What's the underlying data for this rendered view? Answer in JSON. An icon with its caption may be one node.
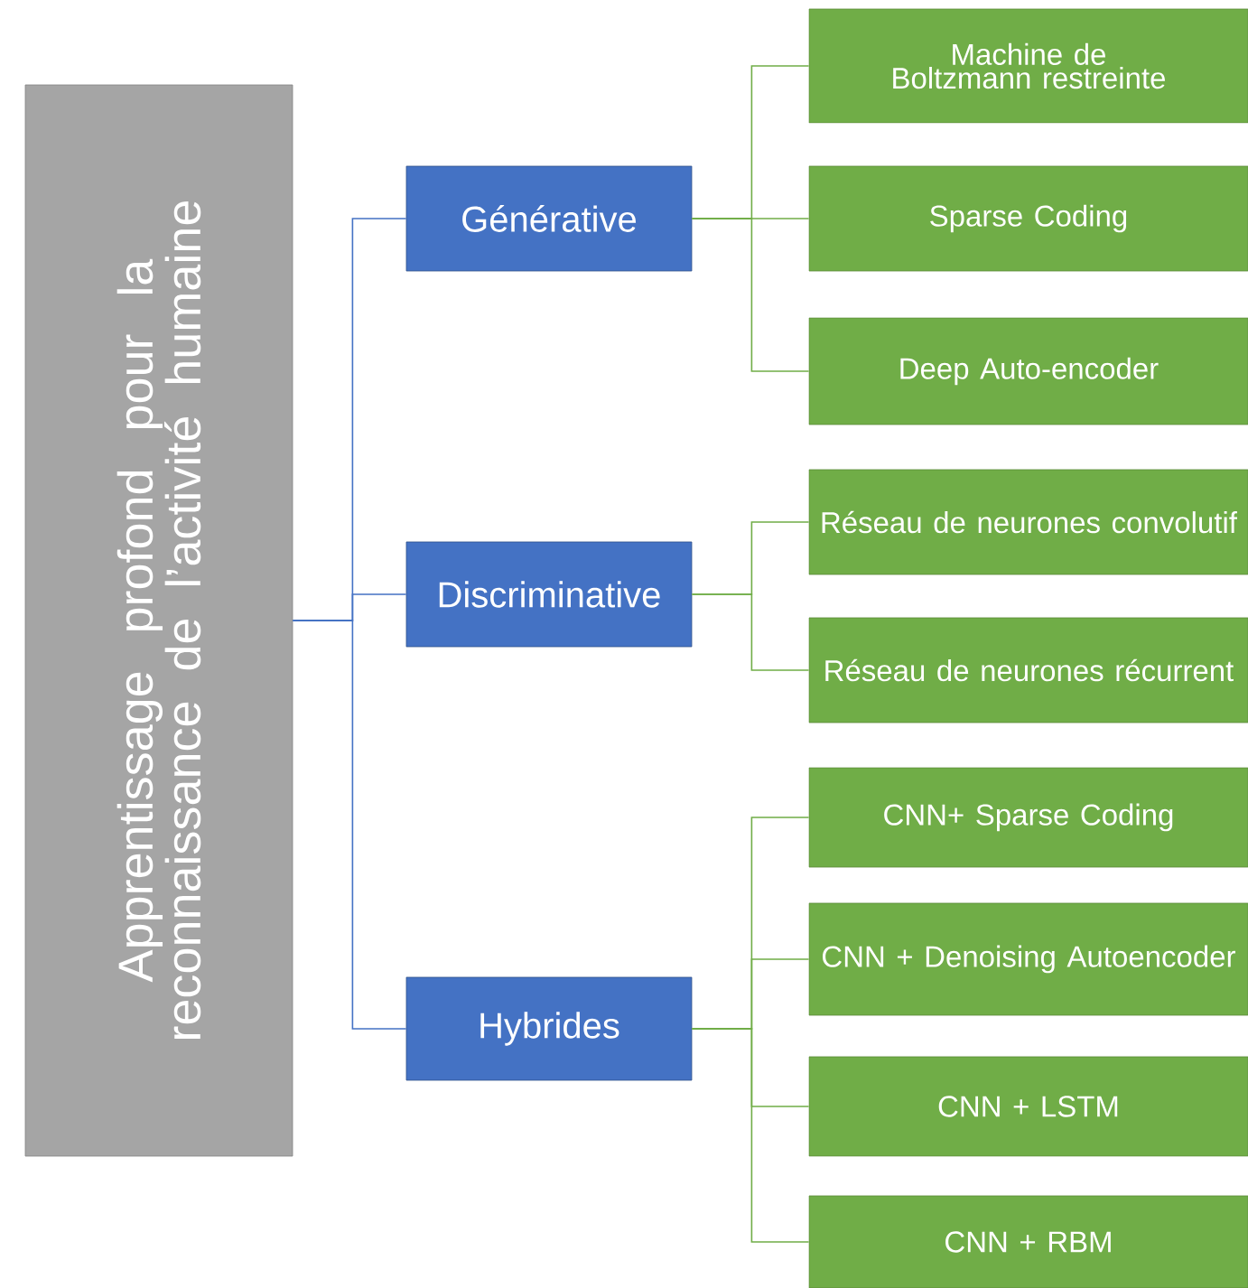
{
  "diagram": {
    "nodes": [
      {
        "text": [
          "Apprentissage profond pour la reconnaissance de l’activité humaine"
        ]
      },
      {
        "text": [
          "Générative"
        ]
      },
      {
        "text": [
          "Machine de Boltzmann restreinte"
        ]
      },
      {
        "text": [
          "Sparse Coding"
        ]
      },
      {
        "text": [
          "Deep Auto-encoder"
        ]
      },
      {
        "text": [
          "Discriminative"
        ]
      },
      {
        "text": [
          "Réseau de neurones convolutif"
        ]
      },
      {
        "text": [
          "Réseau de neurones récurrent"
        ]
      },
      {
        "text": [
          "Hybrides"
        ]
      },
      {
        "text": [
          "CNN+ Sparse Coding"
        ]
      },
      {
        "text": [
          "CNN + Denoising Autoencoder"
        ]
      },
      {
        "text": [
          "CNN + LSTM"
        ]
      },
      {
        "text": [
          "CNN + RBM"
        ]
      }
    ],
    "edges": [
      {
        "from": 0,
        "to": 1,
        "arrow": "none",
        "color": "#4472c4"
      },
      {
        "from": 0,
        "to": 5,
        "arrow": "none",
        "color": "#4472c4"
      },
      {
        "from": 0,
        "to": 8,
        "arrow": "none",
        "color": "#4472c4"
      },
      {
        "from": 1,
        "to": 2,
        "arrow": "none"
      },
      {
        "from": 1,
        "to": 3,
        "arrow": "none"
      },
      {
        "from": 1,
        "to": 4,
        "arrow": "none"
      },
      {
        "from": 5,
        "to": 6,
        "arrow": "none"
      },
      {
        "from": 5,
        "to": 7,
        "arrow": "none"
      },
      {
        "from": 8,
        "to": 9,
        "arrow": "none"
      },
      {
        "from": 8,
        "to": 10,
        "arrow": "none"
      },
      {
        "from": 8,
        "to": 11,
        "arrow": "none"
      },
      {
        "from": 8,
        "to": 12,
        "arrow": "none"
      }
    ]
  }
}
